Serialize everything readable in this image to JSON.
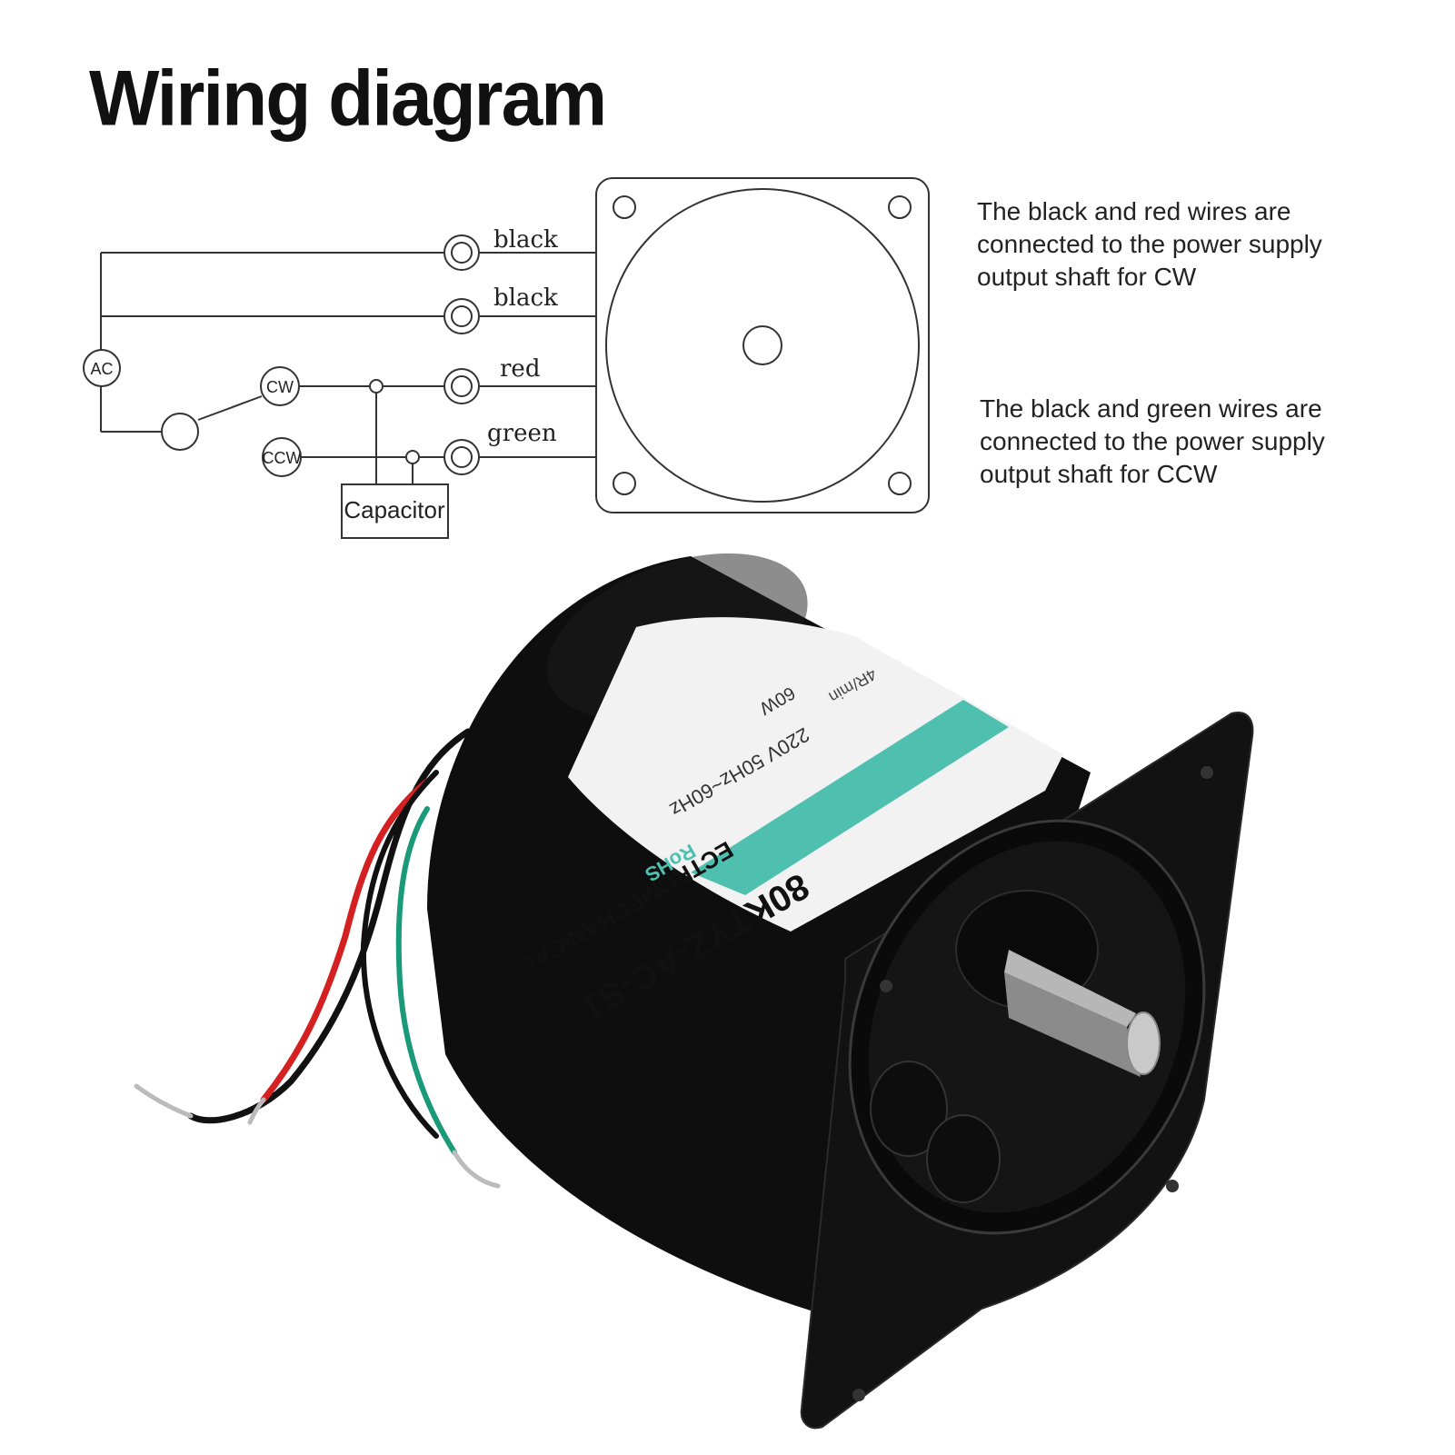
{
  "title": "Wiring diagram",
  "descriptions": {
    "cw": "The black and red wires are connected to the power supply output shaft for CW",
    "ccw": "The black and green wires are connected to the power supply output shaft for CCW"
  },
  "wires": {
    "wire1": "black",
    "wire2": "black",
    "wire3": "red",
    "wire4": "green"
  },
  "nodes": {
    "ac": "AC",
    "cw": "CW",
    "ccw": "CCW",
    "capacitor": "Capacitor"
  },
  "motor_label": {
    "model": "80KTYZ-AC-S1",
    "brand": "ECTROMECHANICAL",
    "rohs": "RoHS",
    "spec_freq": "220V 50Hz~60Hz",
    "spec_power": "60W",
    "spec_speed": "4R/min"
  },
  "colors": {
    "wire_red": "#d42020",
    "wire_green": "#1a9a78",
    "wire_black": "#111111",
    "motor_body": "#0e0e0e",
    "label_teal": "#4fc0b0"
  }
}
